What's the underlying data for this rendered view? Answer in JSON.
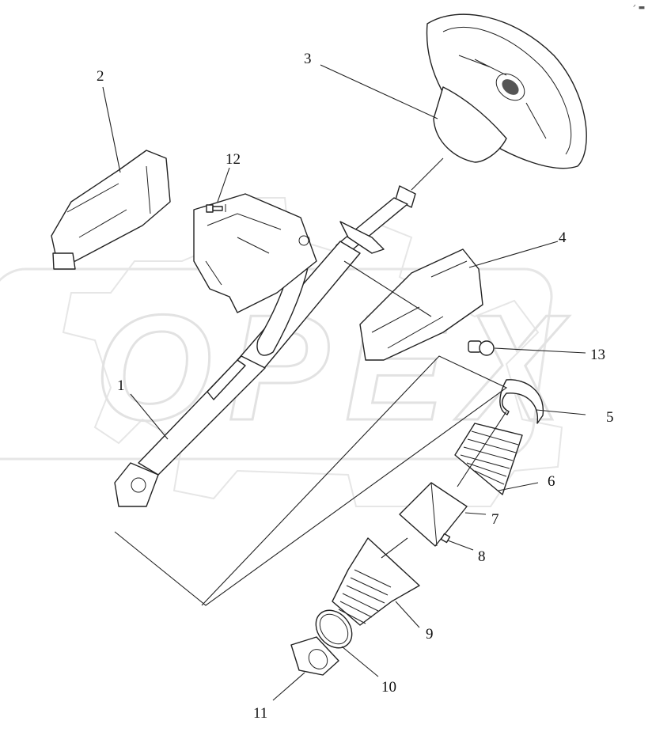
{
  "watermark": {
    "text": "OPEX",
    "color": "#ececec"
  },
  "corner_mark": "ᐟ ▬",
  "callouts": [
    {
      "id": "1",
      "text": "1"
    },
    {
      "id": "2",
      "text": "2"
    },
    {
      "id": "3",
      "text": "3"
    },
    {
      "id": "4",
      "text": "4"
    },
    {
      "id": "5",
      "text": "5"
    },
    {
      "id": "6",
      "text": "6"
    },
    {
      "id": "7",
      "text": "7"
    },
    {
      "id": "8",
      "text": "8"
    },
    {
      "id": "9",
      "text": "9"
    },
    {
      "id": "10",
      "text": "10"
    },
    {
      "id": "11",
      "text": "11"
    },
    {
      "id": "12",
      "text": "12"
    },
    {
      "id": "13",
      "text": "13"
    }
  ]
}
